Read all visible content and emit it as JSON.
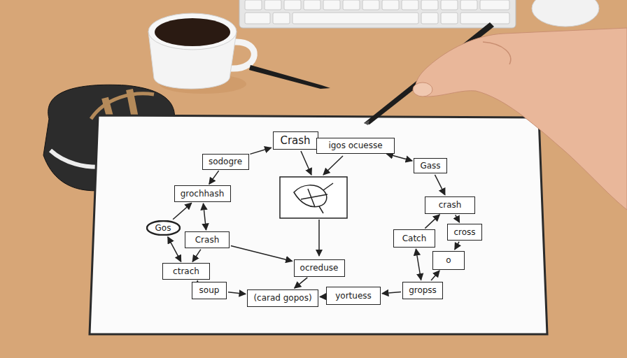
{
  "diagram": {
    "nodes": [
      {
        "text": [
          "Crash"
        ]
      },
      {
        "text": [
          "igos ocuesse"
        ]
      },
      {
        "text": [
          "sodogre"
        ]
      },
      {
        "text": [
          "Gass"
        ]
      },
      {
        "text": [
          "grochhash"
        ]
      },
      {
        "text": [
          "crash"
        ]
      },
      {
        "text": [
          "Gos"
        ]
      },
      {
        "text": [
          "Crash"
        ]
      },
      {
        "text": [
          "Catch"
        ]
      },
      {
        "text": [
          "cross"
        ]
      },
      {
        "text": [
          "o"
        ]
      },
      {
        "text": [
          "ctrach"
        ]
      },
      {
        "text": [
          "ocreduse"
        ]
      },
      {
        "text": [
          "soup"
        ]
      },
      {
        "text": [
          "(carad gopos)"
        ]
      },
      {
        "text": [
          "yortuess"
        ]
      },
      {
        "text": [
          "gropss"
        ]
      }
    ],
    "edges": [
      {
        "from": 2,
        "to": 0,
        "arrow": "to"
      },
      {
        "from": 0,
        "to": 1,
        "arrow": "to"
      },
      {
        "from": 1,
        "to": 3,
        "arrow": "both"
      },
      {
        "from": 3,
        "to": 5,
        "arrow": "to"
      },
      {
        "from": 5,
        "to": 9,
        "arrow": "to"
      },
      {
        "from": 9,
        "to": 10,
        "arrow": "to"
      },
      {
        "from": 8,
        "to": 5,
        "arrow": "to"
      },
      {
        "from": 8,
        "to": 16,
        "arrow": "both"
      },
      {
        "from": 16,
        "to": 10,
        "arrow": "to"
      },
      {
        "from": 16,
        "to": 15,
        "arrow": "to"
      },
      {
        "from": 15,
        "to": 14,
        "arrow": "to"
      },
      {
        "from": 13,
        "to": 14,
        "arrow": "to"
      },
      {
        "from": 12,
        "to": 14,
        "arrow": "to"
      },
      {
        "from": 7,
        "to": 12,
        "arrow": "to"
      },
      {
        "from": 2,
        "to": 4,
        "arrow": "to"
      },
      {
        "from": 4,
        "to": 7,
        "arrow": "both"
      },
      {
        "from": 6,
        "to": 11,
        "arrow": "both"
      },
      {
        "from": 6,
        "to": 4,
        "arrow": "to"
      },
      {
        "from": 11,
        "to": 13,
        "arrow": "to"
      },
      {
        "from": 7,
        "to": 11,
        "arrow": "to"
      }
    ]
  }
}
